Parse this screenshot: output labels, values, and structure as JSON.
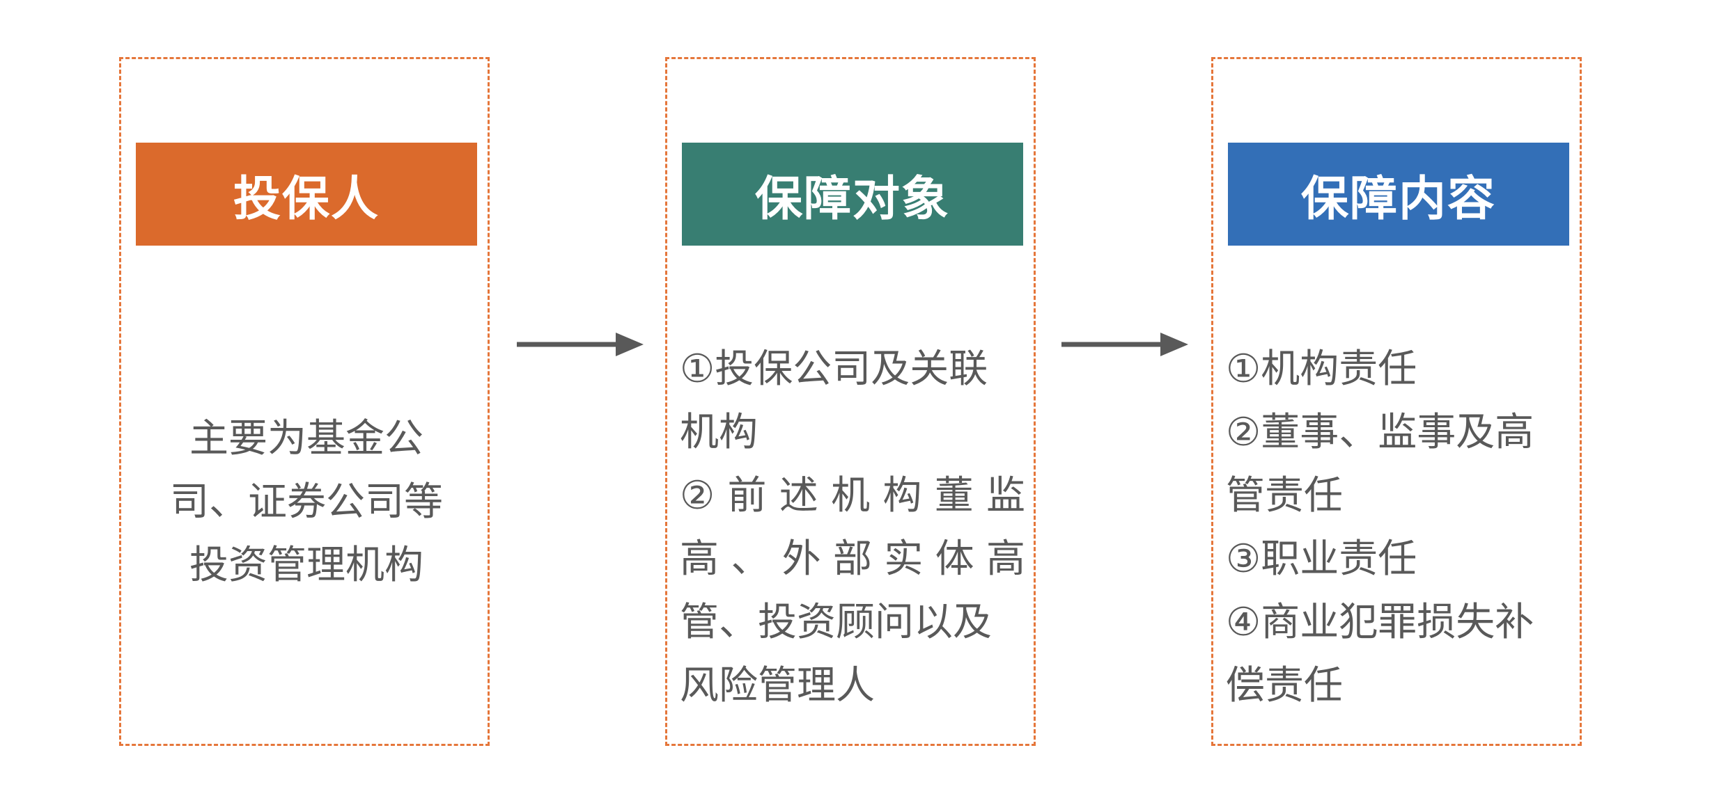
{
  "colors": {
    "border": "#e5763a",
    "text": "#595959",
    "arrow": "#595959"
  },
  "boxes": [
    {
      "header": "投保人",
      "header_color": "#db6a2c",
      "lines": [
        "主要为基金公",
        "司、证券公司等",
        "投资管理机构"
      ]
    },
    {
      "header": "保障对象",
      "header_color": "#387e72",
      "lines": [
        "①投保公司及关联",
        "机构",
        "②前述机构董监",
        "高、外部实体高",
        "管、投资顾问以及",
        "风险管理人"
      ]
    },
    {
      "header": "保障内容",
      "header_color": "#336fb7",
      "lines": [
        "①机构责任",
        "②董事、监事及高",
        "管责任",
        "③职业责任",
        "④商业犯罪损失补",
        "偿责任"
      ]
    }
  ],
  "arrows": [
    {
      "from": "投保人",
      "to": "保障对象"
    },
    {
      "from": "保障对象",
      "to": "保障内容"
    }
  ]
}
